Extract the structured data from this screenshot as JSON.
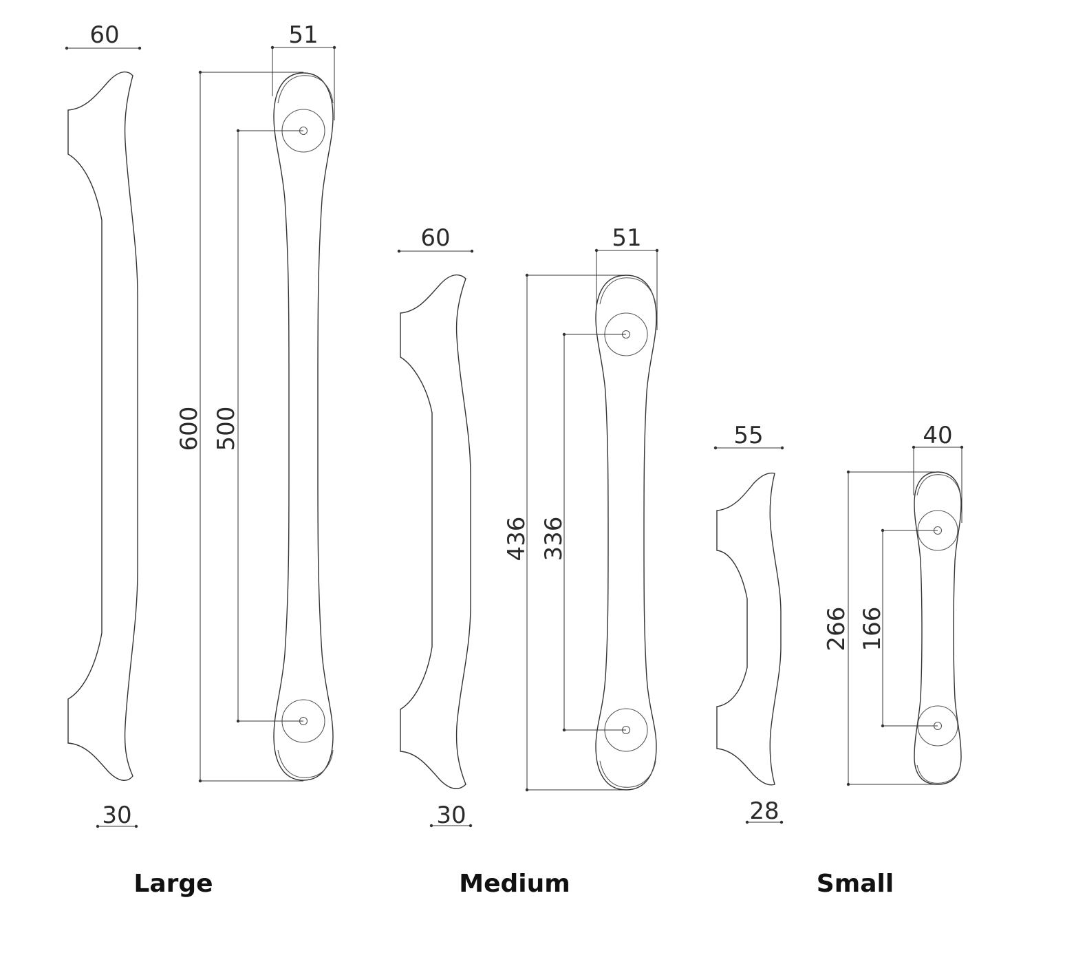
{
  "colors": {
    "line": "#333333",
    "text": "#2a2a2a",
    "background": "#ffffff"
  },
  "handles": [
    {
      "label": "Large",
      "dims": {
        "top_width": "60",
        "bottom_width": "30",
        "grip_width": "51",
        "total_length": "600",
        "hole_spacing": "500"
      }
    },
    {
      "label": "Medium",
      "dims": {
        "top_width": "60",
        "bottom_width": "30",
        "grip_width": "51",
        "total_length": "436",
        "hole_spacing": "336"
      }
    },
    {
      "label": "Small",
      "dims": {
        "top_width": "55",
        "bottom_width": "28",
        "grip_width": "40",
        "total_length": "266",
        "hole_spacing": "166"
      }
    }
  ]
}
